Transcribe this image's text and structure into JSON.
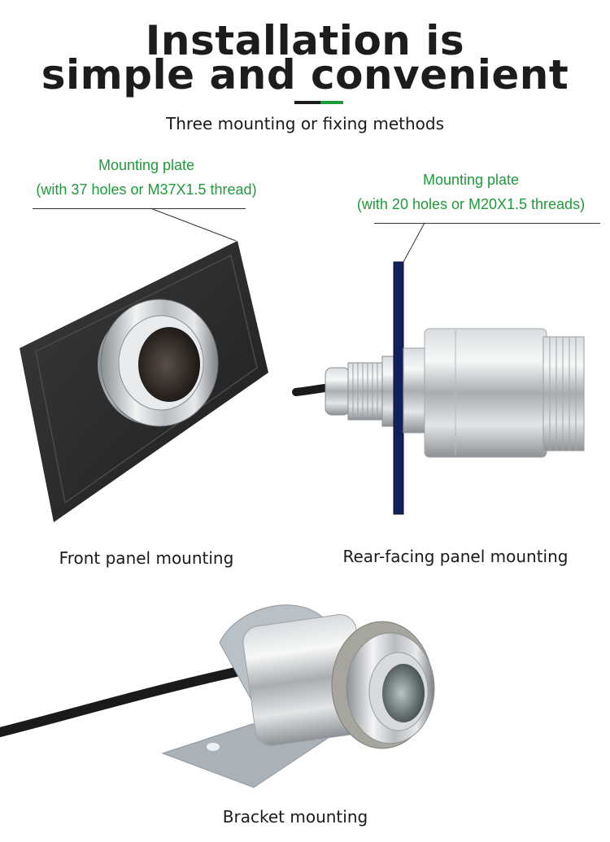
{
  "header": {
    "title_line1": "Installation is",
    "title_line2": "simple and convenient",
    "subtitle": "Three mounting or fixing methods"
  },
  "colors": {
    "accent_green": "#1f9a3a",
    "divider_dark": "#1c1c1c",
    "panel_blue": "#12205e"
  },
  "front_panel": {
    "label_line1": "Mounting plate",
    "label_line2": "(with 37 holes or M37X1.5 thread)",
    "caption": "Front panel mounting"
  },
  "rear_panel": {
    "label_line1": "Mounting plate",
    "label_line2": "(with 20 holes or M20X1.5 threads)",
    "caption": "Rear-facing panel mounting"
  },
  "bracket": {
    "caption": "Bracket mounting"
  }
}
